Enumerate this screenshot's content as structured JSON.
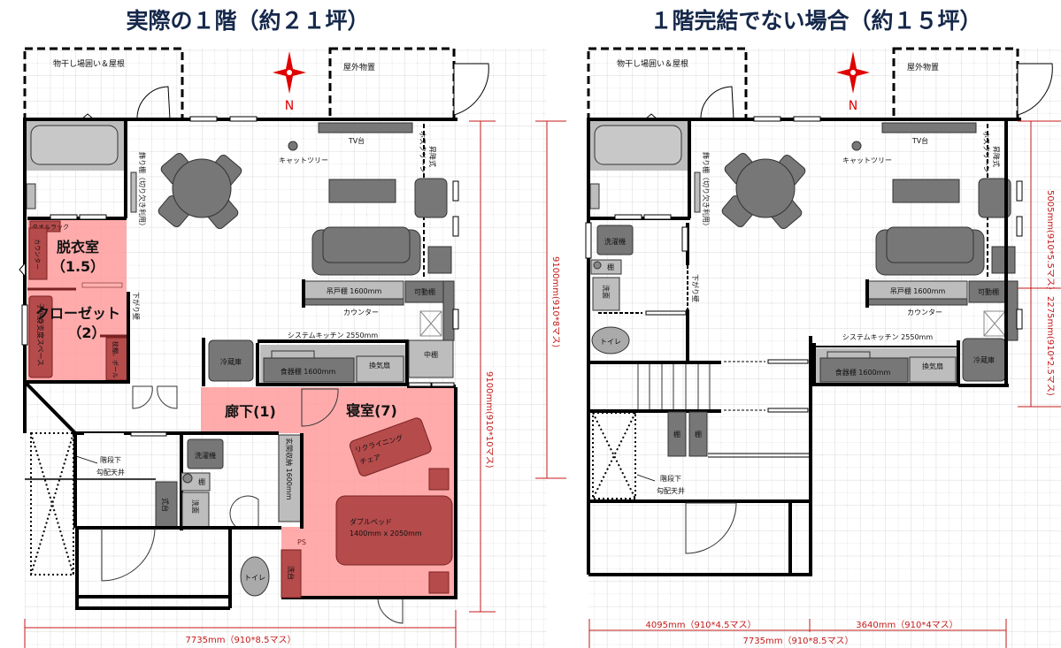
{
  "titles": {
    "left": "実際の１階（約２１坪）",
    "right": "１階完結でない場合（約１５坪）"
  },
  "colors": {
    "title": "#15284a",
    "room_highlight": "#ff9c9c",
    "red_furniture": "#b54b4b",
    "furniture": "#777777",
    "dimension": "#c41a1a",
    "compass": "#e00000"
  },
  "shared": {
    "laundry_area": "物干し場囲い＆屋根",
    "outdoor_storage": "屋外物置",
    "compass_label": "N",
    "tv_stand": "TV台",
    "cat_tree": "キャットツリー",
    "display_shelf": "飾り棚（切り欠き利用）",
    "hoscreen_1": "ホスクリーン",
    "hoscreen_2": "昇降式",
    "hanging_cabinet": "吊戸棚 1600mm",
    "movable_shelf": "可動棚",
    "counter": "カウンター",
    "system_kitchen": "システムキッチン 2550mm",
    "dish_cabinet": "食器棚 1600mm",
    "range_hood": "換気扇",
    "fridge": "冷蔵庫",
    "hanging_wall": "下がり壁",
    "washer": "洗濯機",
    "shelf": "棚",
    "washbasin": "洗面",
    "toilet": "トイレ",
    "under_stairs_1": "階段下",
    "under_stairs_2": "勾配天井"
  },
  "left_plan": {
    "rooms": {
      "dressing": "脱衣室",
      "dressing_size": "（1.5）",
      "closet": "クローゼット",
      "closet_size": "（2）",
      "hallway": "廊下(1)",
      "bedroom": "寝室(7)"
    },
    "towel_rack": "タオルラック",
    "counter_small": "カウンター",
    "kids_space": "子供身支度スペース",
    "pillow_shelf": "枕棚、ポール",
    "middle_shelf": "中棚",
    "entrance_step": "式台",
    "entrance_storage": "玄関収納 1600mm",
    "pipe_space": "PS",
    "wash_stand": "洗台",
    "recliner_1": "リクライニング",
    "recliner_2": "チェア",
    "bed_1": "ダブルベッド",
    "bed_2": "1400mm x 2050mm",
    "dim_width": "7735mm（910*8.5マス）",
    "dim_height": "9100mm(910*10マス)"
  },
  "right_plan": {
    "dim_height": "9100mm(910*8マス)",
    "dim_upper": "5005mm(910*5.5マス)",
    "dim_lower": "2275mm(910*2.5マス)",
    "dim_left": "4095mm（910*4.5マス）",
    "dim_right": "3640mm（910*4マス）",
    "dim_width": "7735mm（910*8.5マス）"
  }
}
